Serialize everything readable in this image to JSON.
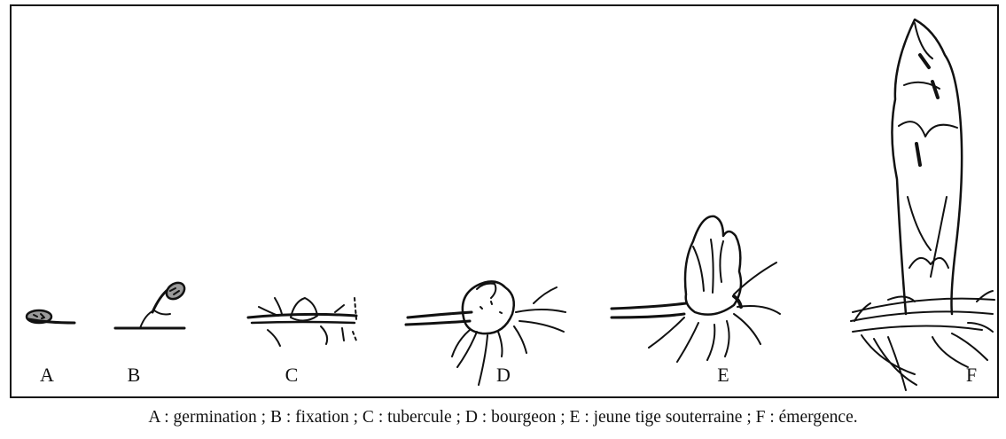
{
  "stages": [
    {
      "letter": "A"
    },
    {
      "letter": "B"
    },
    {
      "letter": "C"
    },
    {
      "letter": "D"
    },
    {
      "letter": "E"
    },
    {
      "letter": "F"
    }
  ],
  "caption": "A : germination ; B : fixation ; C : tubercule ; D : bourgeon ; E : jeune tige souterraine ; F : émergence."
}
